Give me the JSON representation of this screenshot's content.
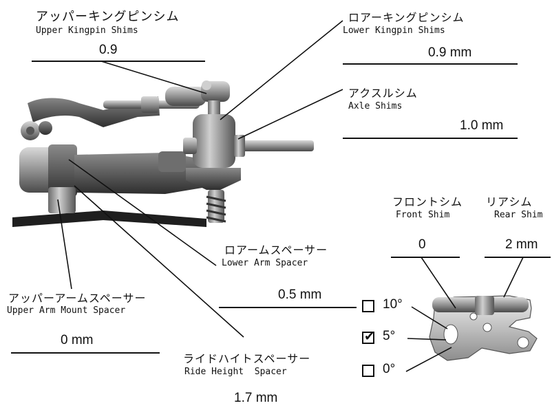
{
  "upper_kingpin": {
    "jp": "アッパーキングピンシム",
    "en": "Upper Kingpin Shims",
    "value": "0.9"
  },
  "lower_kingpin": {
    "jp": "ロアーキングピンシム",
    "en": "Lower Kingpin Shims",
    "value": "0.9 mm"
  },
  "axle": {
    "jp": "アクスルシム",
    "en": "Axle Shims",
    "value": "1.0 mm"
  },
  "front_shim": {
    "jp": "フロントシム",
    "en": "Front Shim",
    "value": "0"
  },
  "rear_shim": {
    "jp": "リアシム",
    "en": "Rear Shim",
    "value": "2 mm"
  },
  "lower_arm_spacer": {
    "jp": "ロアームスペーサー",
    "en": "Lower Arm Spacer",
    "value": "0.5 mm"
  },
  "upper_arm_mount_spacer": {
    "jp": "アッパーアームスペーサー",
    "en": "Upper Arm Mount Spacer",
    "value": "0 mm"
  },
  "ride_height_spacer": {
    "jp": "ライドハイトスペーサー",
    "en": "Ride Height  Spacer",
    "value": "1.7 mm"
  },
  "angle_options": [
    {
      "label": "10°",
      "checked": false
    },
    {
      "label": "5°",
      "checked": true
    },
    {
      "label": "0°",
      "checked": false
    }
  ],
  "checkmark_glyph": "✔"
}
